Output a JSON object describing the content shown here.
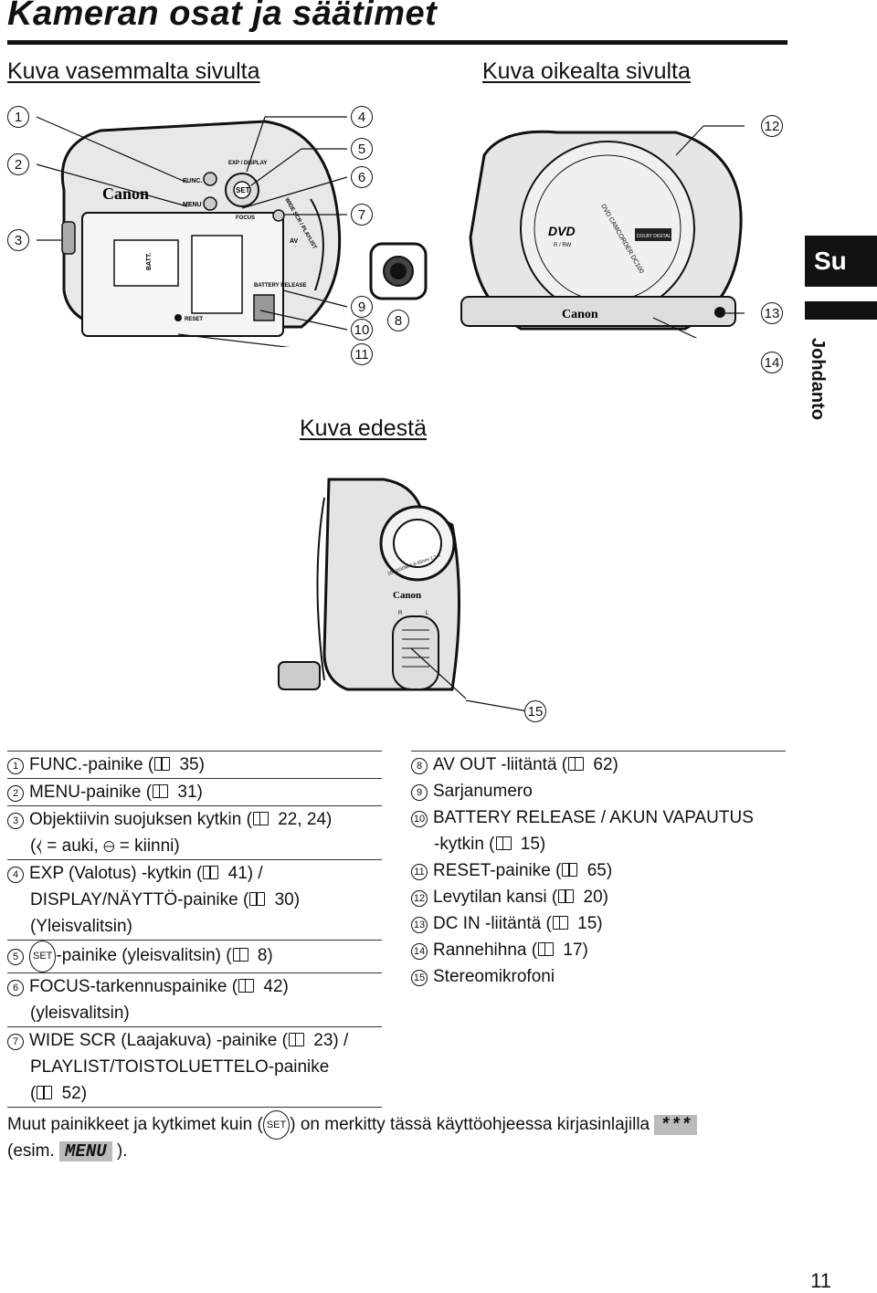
{
  "title": "Kameran osat ja säätimet",
  "subtitles": {
    "left_side": "Kuva vasemmalta sivulta",
    "right_side": "Kuva oikealta sivulta",
    "front": "Kuva edestä"
  },
  "side_tab": {
    "lang": "Su",
    "section": "Johdanto"
  },
  "callouts": [
    "1",
    "2",
    "3",
    "4",
    "5",
    "6",
    "7",
    "8",
    "9",
    "10",
    "11",
    "12",
    "13",
    "14",
    "15"
  ],
  "camera_labels": {
    "func": "FUNC.",
    "menu": "MENU",
    "exp": "EXP / DISPLAY",
    "set": "SET",
    "focus": "FOCUS",
    "wide": "WIDE SCR / PLAYLIST",
    "av": "AV",
    "batt": "BATT.",
    "battery_release": "BATTERY RELEASE",
    "reset": "RESET",
    "brand": "Canon",
    "dvd": "DVD",
    "dvd_sub": "R / RW",
    "dvd_camcorder": "DVD CAMCORDER DC100",
    "dolby": "DOLBY DIGITAL",
    "zoom": "20x ZOOM 2.6-65mm 1:1.9",
    "mic_r": "R",
    "mic_l": "L"
  },
  "left_list": [
    {
      "num": "1",
      "lines": [
        "FUNC.-painike (",
        " 35)"
      ]
    },
    {
      "num": "2",
      "lines": [
        "MENU-painike (",
        " 31)"
      ]
    },
    {
      "num": "3",
      "lines": [
        "Objektiivin suojuksen kytkin (",
        " 22, 24)"
      ],
      "cont": [
        "(",
        " = auki, ",
        " = kiinni)"
      ]
    },
    {
      "num": "4",
      "lines": [
        "EXP (Valotus) -kytkin (",
        " 41) /"
      ],
      "cont2": [
        "DISPLAY/NÄYTTÖ-painike (",
        " 30)"
      ],
      "cont3": "(Yleisvalitsin)"
    },
    {
      "num": "5",
      "lines": [
        "-painike (yleisvalitsin) (",
        " 8)"
      ]
    },
    {
      "num": "6",
      "lines": [
        "FOCUS-tarkennuspainike (",
        " 42)"
      ],
      "cont3": "(yleisvalitsin)"
    },
    {
      "num": "7",
      "lines": [
        "WIDE SCR (Laajakuva) -painike (",
        " 23) /"
      ],
      "cont3": "PLAYLIST/TOISTOLUETTELO-painike",
      "cont4": [
        "(",
        " 52)"
      ]
    }
  ],
  "right_list": [
    {
      "num": "8",
      "lines": [
        "AV OUT -liitäntä (",
        " 62)"
      ]
    },
    {
      "num": "9",
      "text": "Sarjanumero"
    },
    {
      "num": "10",
      "text": "BATTERY RELEASE / AKUN VAPAUTUS",
      "cont": [
        "-kytkin (",
        " 15)"
      ]
    },
    {
      "num": "11",
      "lines": [
        "RESET-painike (",
        " 65)"
      ]
    },
    {
      "num": "12",
      "lines": [
        "Levytilan kansi (",
        " 20)"
      ]
    },
    {
      "num": "13",
      "lines": [
        "DC IN -liitäntä (",
        " 15)"
      ]
    },
    {
      "num": "14",
      "lines": [
        "Rannehihna (",
        " 17)"
      ]
    },
    {
      "num": "15",
      "text": "Stereomikrofoni"
    }
  ],
  "footer": {
    "part1": "Muut painikkeet ja kytkimet kuin (",
    "set": "SET",
    "part2": ") on merkitty tässä käyttöohjeessa kirjasinlajilla",
    "sample": "***",
    "part3": "(esim.",
    "menu": "MENU",
    "part4": ")."
  },
  "page_number": "11"
}
